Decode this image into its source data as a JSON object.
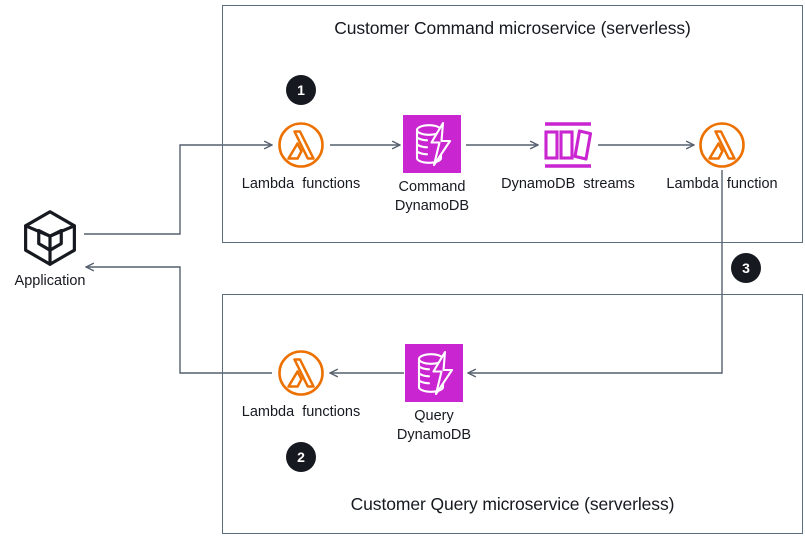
{
  "diagram": {
    "title_command": "Customer Command microservice (serverless)",
    "title_query": "Customer Query microservice (serverless)",
    "colors": {
      "lambda_orange": "#ED7100",
      "dynamodb_magenta": "#C925D1",
      "box_border": "#5a6e80",
      "connector": "#55606e",
      "badge_background": "#16191f",
      "badge_text": "#ffffff",
      "text": "#16191f",
      "app_icon": "#16191f",
      "canvas": "#ffffff"
    },
    "groups": [
      {
        "id": "command",
        "label": "Customer Command microservice (serverless)"
      },
      {
        "id": "query",
        "label": "Customer Query microservice (serverless)"
      }
    ],
    "nodes": [
      {
        "id": "application",
        "label": "Application",
        "icon": "application-cube-icon"
      },
      {
        "id": "command-lambda",
        "label": "Lambda  functions",
        "icon": "aws-lambda-icon"
      },
      {
        "id": "command-dynamodb",
        "label": "Command\nDynamoDB",
        "icon": "aws-dynamodb-icon"
      },
      {
        "id": "dynamodb-streams",
        "label": "DynamoDB  streams",
        "icon": "aws-dynamodb-streams-icon"
      },
      {
        "id": "stream-lambda",
        "label": "Lambda  function",
        "icon": "aws-lambda-icon"
      },
      {
        "id": "query-lambda",
        "label": "Lambda  functions",
        "icon": "aws-lambda-icon"
      },
      {
        "id": "query-dynamodb",
        "label": "Query\nDynamoDB",
        "icon": "aws-dynamodb-icon"
      }
    ],
    "badges": [
      {
        "id": "step-1",
        "label": "1"
      },
      {
        "id": "step-2",
        "label": "2"
      },
      {
        "id": "step-3",
        "label": "3"
      }
    ],
    "flows": [
      {
        "from": "application",
        "to": "command-lambda"
      },
      {
        "from": "command-lambda",
        "to": "command-dynamodb"
      },
      {
        "from": "command-dynamodb",
        "to": "dynamodb-streams"
      },
      {
        "from": "dynamodb-streams",
        "to": "stream-lambda"
      },
      {
        "from": "stream-lambda",
        "to": "query-dynamodb"
      },
      {
        "from": "query-dynamodb",
        "to": "query-lambda"
      },
      {
        "from": "query-lambda",
        "to": "application"
      }
    ]
  }
}
